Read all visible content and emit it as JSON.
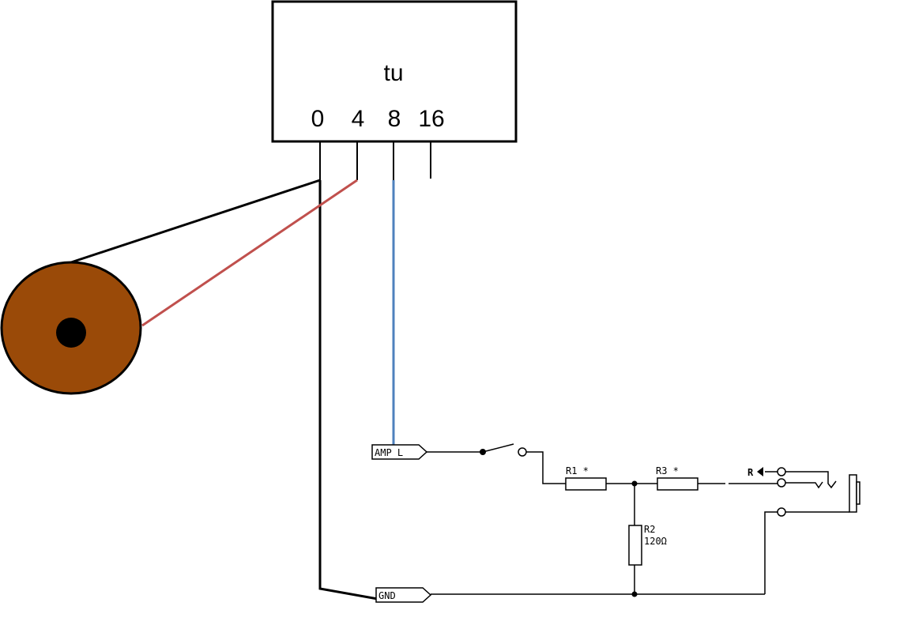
{
  "module": {
    "title": "tu",
    "pins": [
      "0",
      "4",
      "8",
      "16"
    ]
  },
  "schematic": {
    "amp_label": "AMP L",
    "gnd_label": "GND",
    "r1_label": "R1 *",
    "r3_label": "R3 *",
    "r2_label": "R2",
    "r2_value": "120Ω",
    "r_label": "R"
  },
  "colors": {
    "speaker": "#9a4a08",
    "wire_red": "#c0504d",
    "wire_blue": "#4f81bd"
  }
}
